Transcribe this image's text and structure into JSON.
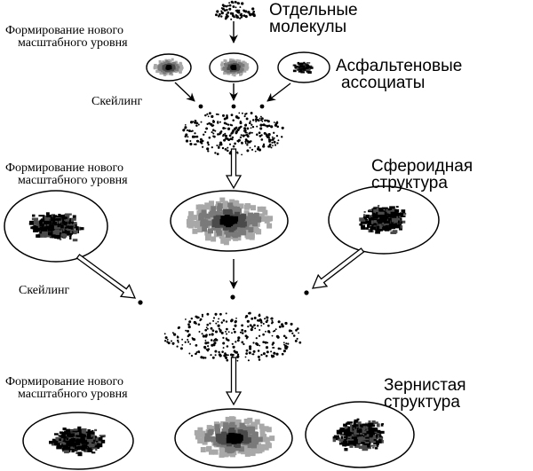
{
  "labels": {
    "molecules_line1": "Отдельные",
    "molecules_line2": "молекулы",
    "asphaltene_line1": "Асфальтеновые",
    "asphaltene_line2": "ассоциаты",
    "spheroid_line1": "Сфероидная",
    "spheroid_line2": "структура",
    "granular_line1": "Зернистая",
    "granular_line2": "структура",
    "formation1_line1": "Формирование нового",
    "formation1_line2": "масштабного уровня",
    "formation2_line1": "Формирование нового",
    "formation2_line2": "масштабного уровня",
    "formation3_line1": "Формирование нового",
    "formation3_line2": "масштабного уровня",
    "scaling1": "Скейлинг",
    "scaling2": "Скейлинг"
  },
  "colors": {
    "ink": "#000000",
    "gray_dark": "#4a4a4a",
    "gray_mid": "#7a7a7a",
    "gray_light": "#a8a8a8",
    "paper": "#ffffff"
  }
}
